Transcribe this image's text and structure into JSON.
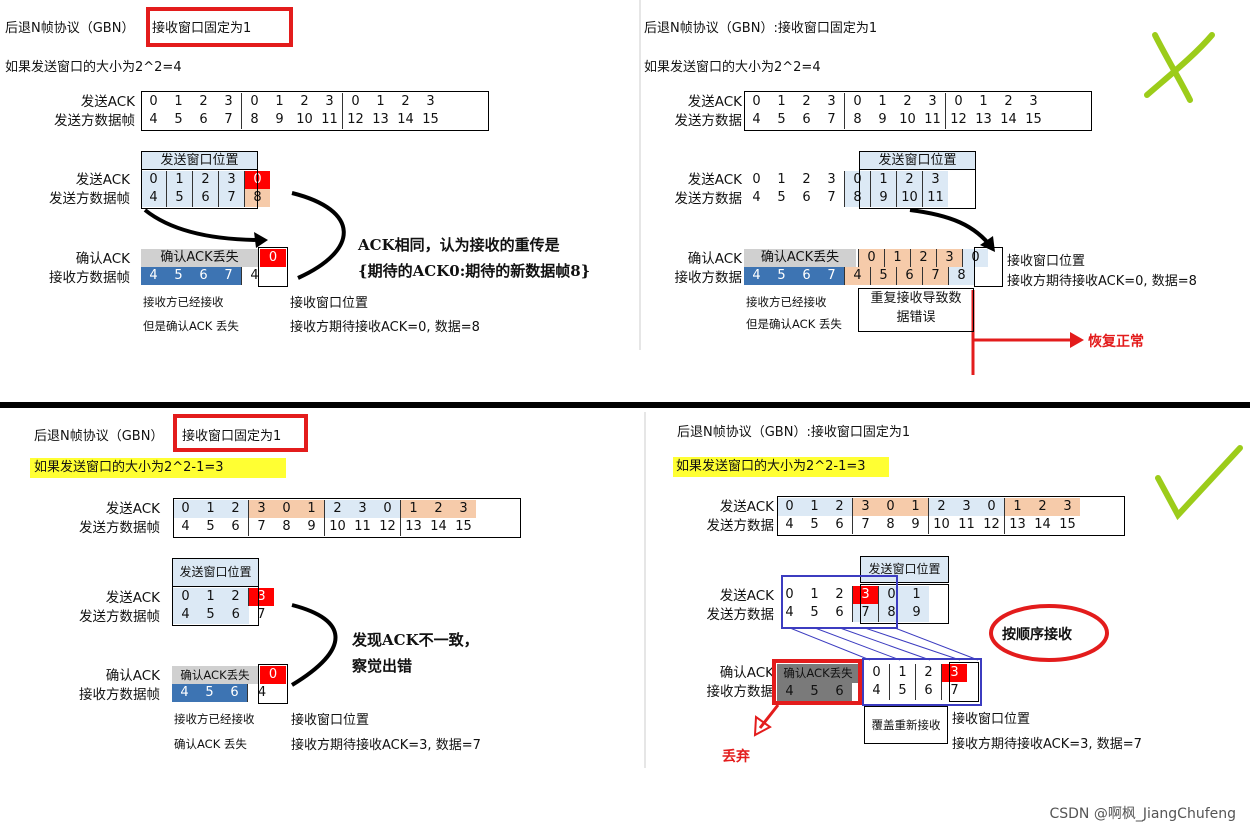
{
  "panels": {
    "tl": {
      "title_prefix": "后退N帧协议（GBN）",
      "title_boxed": "接收窗口固定为1",
      "subtitle": "如果发送窗口的大小为2^2=4",
      "top_labels": [
        "发送ACK",
        "发送方数据帧"
      ],
      "top_ack": [
        "0",
        "1",
        "2",
        "3",
        "0",
        "1",
        "2",
        "3",
        "0",
        "1",
        "2",
        "3"
      ],
      "top_frames": [
        "4",
        "5",
        "6",
        "7",
        "8",
        "9",
        "10",
        "11",
        "12",
        "13",
        "14",
        "15"
      ],
      "window_header": "发送窗口位置",
      "send_labels": [
        "发送ACK",
        "发送方数据帧"
      ],
      "send_ack": [
        "0",
        "1",
        "2",
        "3",
        "0"
      ],
      "send_frames": [
        "4",
        "5",
        "6",
        "7",
        "8"
      ],
      "recv_labels": [
        "确认ACK",
        "接收方数据帧"
      ],
      "lost_ack_text": "确认ACK丢失",
      "recv_ack": "0",
      "recv_frames": [
        "4",
        "5",
        "6",
        "7",
        "4"
      ],
      "note1": "接收方已经接收",
      "note2": "但是确认ACK 丢失",
      "recv_window_label": "接收窗口位置",
      "expect_text": "接收方期待接收ACK=0,  数据=8",
      "callout_line1": "ACK相同，认为接收的重传是",
      "callout_line2": "{期待的ACK0:期待的新数据帧8}"
    },
    "tr": {
      "title": "后退N帧协议（GBN）:接收窗口固定为1",
      "subtitle": "如果发送窗口的大小为2^2=4",
      "top_labels": [
        "发送ACK",
        "发送方数据"
      ],
      "top_ack": [
        "0",
        "1",
        "2",
        "3",
        "0",
        "1",
        "2",
        "3",
        "0",
        "1",
        "2",
        "3"
      ],
      "top_frames": [
        "4",
        "5",
        "6",
        "7",
        "8",
        "9",
        "10",
        "11",
        "12",
        "13",
        "14",
        "15"
      ],
      "send_labels": [
        "发送ACK",
        "发送方数据"
      ],
      "send_ack": [
        "0",
        "1",
        "2",
        "3",
        "0",
        "1",
        "2",
        "3"
      ],
      "send_frames": [
        "4",
        "5",
        "6",
        "7",
        "8",
        "9",
        "10",
        "11"
      ],
      "window_header": "发送窗口位置",
      "recv_labels": [
        "确认ACK",
        "接收方数据"
      ],
      "lost_ack_text": "确认ACK丢失",
      "recv_ack": [
        "0",
        "1",
        "2",
        "3",
        "0"
      ],
      "recv_frames": [
        "4",
        "5",
        "6",
        "7",
        "4",
        "5",
        "6",
        "7",
        "8"
      ],
      "recv_window_label": "接收窗口位置",
      "expect_text": "接收方期待接收ACK=0,  数据=8",
      "note1": "接收方已经接收",
      "note2": "但是确认ACK 丢失",
      "error_line1": "重复接收导致数",
      "error_line2": "据错误",
      "recover_text": "恢复正常"
    },
    "bl": {
      "title_prefix": "后退N帧协议（GBN）",
      "title_boxed": "接收窗口固定为1",
      "subtitle": "如果发送窗口的大小为2^2-1=3",
      "top_labels": [
        "发送ACK",
        "发送方数据帧"
      ],
      "top_ack": [
        "0",
        "1",
        "2",
        "3",
        "0",
        "1",
        "2",
        "3",
        "0",
        "1",
        "2",
        "3"
      ],
      "top_frames": [
        "4",
        "5",
        "6",
        "7",
        "8",
        "9",
        "10",
        "11",
        "12",
        "13",
        "14",
        "15"
      ],
      "window_header": "发送窗口位置",
      "send_labels": [
        "发送ACK",
        "发送方数据帧"
      ],
      "send_ack": [
        "0",
        "1",
        "2",
        "3"
      ],
      "send_frames": [
        "4",
        "5",
        "6",
        "7"
      ],
      "recv_labels": [
        "确认ACK",
        "接收方数据帧"
      ],
      "lost_ack_text": "确认ACK丢失",
      "recv_ack": "0",
      "recv_frames": [
        "4",
        "5",
        "6",
        "4"
      ],
      "note1": "接收方已经接收",
      "note2": "确认ACK 丢失",
      "recv_window_label": "接收窗口位置",
      "expect_text": "接收方期待接收ACK=3,  数据=7",
      "callout_line1": "发现ACK不一致，",
      "callout_line2": "察觉出错"
    },
    "br": {
      "title": "后退N帧协议（GBN）:接收窗口固定为1",
      "subtitle": "如果发送窗口的大小为2^2-1=3",
      "top_labels": [
        "发送ACK",
        "发送方数据"
      ],
      "top_ack": [
        "0",
        "1",
        "2",
        "3",
        "0",
        "1",
        "2",
        "3",
        "0",
        "1",
        "2",
        "3"
      ],
      "top_frames": [
        "4",
        "5",
        "6",
        "7",
        "8",
        "9",
        "10",
        "11",
        "12",
        "13",
        "14",
        "15"
      ],
      "send_labels": [
        "发送ACK",
        "发送方数据"
      ],
      "send_ack": [
        "0",
        "1",
        "2",
        "3",
        "0",
        "1"
      ],
      "send_frames": [
        "4",
        "5",
        "6",
        "7",
        "8",
        "9"
      ],
      "window_header": "发送窗口位置",
      "recv_labels": [
        "确认ACK",
        "接收方数据"
      ],
      "lost_ack_text": "确认ACK丢失",
      "recv_left_frames": [
        "4",
        "5",
        "6"
      ],
      "recv_ack": [
        "0",
        "1",
        "2",
        "3"
      ],
      "recv_frames": [
        "4",
        "5",
        "6",
        "7"
      ],
      "overwrite_text": "覆盖重新接收",
      "recv_window_label": "接收窗口位置",
      "expect_text": "接收方期待接收ACK=3,  数据=7",
      "in_order_text": "按顺序接收",
      "discard_text": "丢弃"
    }
  },
  "watermark": "CSDN @啊枫_JiangChufeng",
  "colors": {
    "accent_red": "#e31c1c",
    "check_green": "#9ccc1a",
    "window_blue": "#dce9f5",
    "received_blue": "#3d74b3",
    "peach": "#f6cbaa"
  }
}
